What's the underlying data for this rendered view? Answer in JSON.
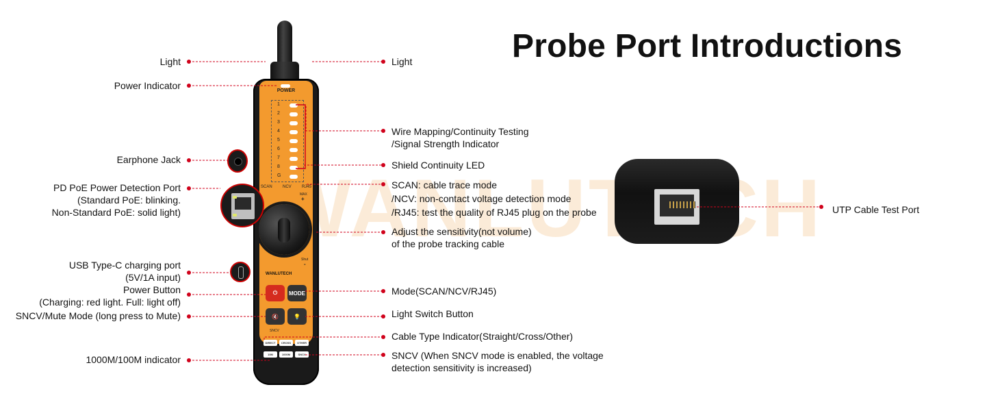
{
  "title": "Probe Port Introductions",
  "watermark": "WANLUTECH",
  "accent_color": "#d0021b",
  "device_orange": "#f39a2e",
  "device": {
    "power_label": "POWER",
    "led_numbers": [
      "1",
      "2",
      "3",
      "4",
      "5",
      "6",
      "7",
      "8",
      "G"
    ],
    "mode_labels": [
      "SCAN",
      "NCV",
      "RJ45"
    ],
    "knob_max": "MAX",
    "knob_plus": "+",
    "knob_shut": "Shut",
    "knob_minus": "-",
    "brand": "WANLUTECH",
    "mode_button": "MODE",
    "sncv_label": "SNCV",
    "cable_types": [
      "DIRECT",
      "CROSS",
      "OTHER"
    ],
    "speed_chips": [
      "10M",
      "1000M",
      "SNCV"
    ]
  },
  "left_labels": {
    "light": "Light",
    "power_indicator": "Power Indicator",
    "earphone_jack": "Earphone Jack",
    "pd_poe": [
      "PD PoE Power Detection Port",
      "(Standard PoE: blinking.",
      "Non-Standard PoE: solid light)"
    ],
    "usb_c": [
      "USB Type-C charging port",
      "(5V/1A input)"
    ],
    "power_button": [
      "Power Button",
      "(Charging: red light. Full: light off)"
    ],
    "sncv_mute": "SNCV/Mute Mode (long press to Mute)",
    "speed_indicator": "1000M/100M indicator"
  },
  "right_labels": {
    "light": "Light",
    "wire_mapping": [
      "Wire Mapping/Continuity Testing",
      "/Signal Strength Indicator"
    ],
    "shield": "Shield Continuity LED",
    "modes": [
      "SCAN: cable trace mode",
      "/NCV: non-contact voltage detection mode",
      "/RJ45: test the quality of RJ45 plug on the probe"
    ],
    "sensitivity": [
      "Adjust the sensitivity(not volume)",
      "of the probe tracking cable"
    ],
    "mode_button": "Mode(SCAN/NCV/RJ45)",
    "light_switch": "Light Switch Button",
    "cable_type": "Cable Type Indicator(Straight/Cross/Other)",
    "sncv": [
      "SNCV (When SNCV mode is enabled, the voltage",
      "detection sensitivity is increased)"
    ],
    "utp_port": "UTP Cable Test Port"
  }
}
